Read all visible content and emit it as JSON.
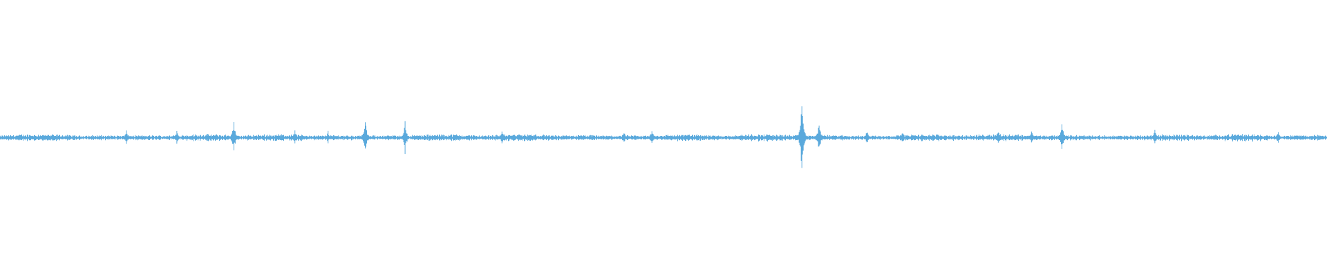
{
  "waveform": {
    "color": "#5aa9dc",
    "background": "#ffffff",
    "baseline_amplitude": 0.03,
    "transients": [
      {
        "position": 0.095,
        "amplitude": 0.06
      },
      {
        "position": 0.133,
        "amplitude": 0.05
      },
      {
        "position": 0.176,
        "amplitude": 0.12
      },
      {
        "position": 0.222,
        "amplitude": 0.06
      },
      {
        "position": 0.247,
        "amplitude": 0.05
      },
      {
        "position": 0.275,
        "amplitude": 0.14
      },
      {
        "position": 0.305,
        "amplitude": 0.13
      },
      {
        "position": 0.378,
        "amplitude": 0.07
      },
      {
        "position": 0.47,
        "amplitude": 0.05
      },
      {
        "position": 0.491,
        "amplitude": 0.07
      },
      {
        "position": 0.604,
        "amplitude": 0.36
      },
      {
        "position": 0.617,
        "amplitude": 0.12
      },
      {
        "position": 0.653,
        "amplitude": 0.06
      },
      {
        "position": 0.68,
        "amplitude": 0.05
      },
      {
        "position": 0.752,
        "amplitude": 0.06
      },
      {
        "position": 0.777,
        "amplitude": 0.06
      },
      {
        "position": 0.8,
        "amplitude": 0.12
      },
      {
        "position": 0.87,
        "amplitude": 0.06
      },
      {
        "position": 0.963,
        "amplitude": 0.05
      }
    ]
  }
}
